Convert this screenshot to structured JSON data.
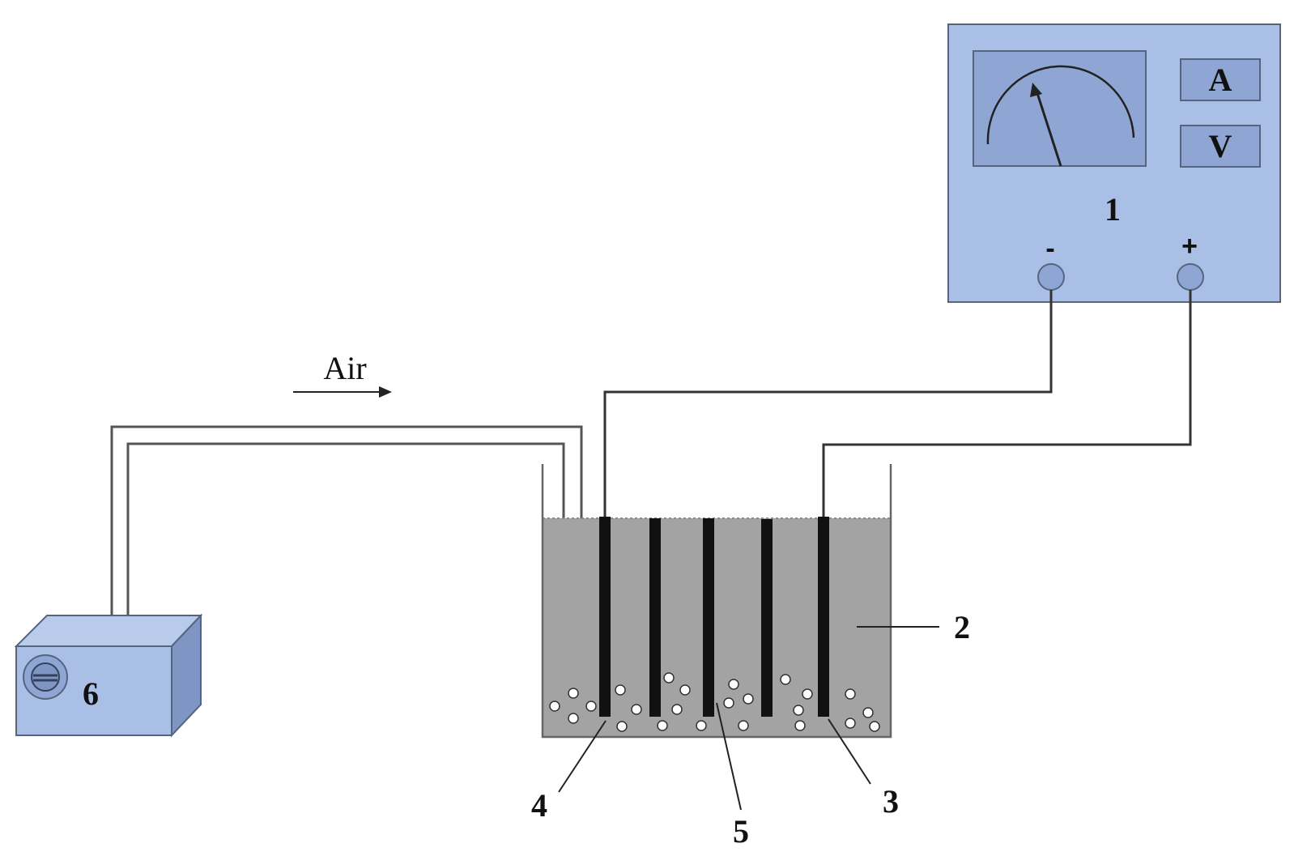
{
  "labels": {
    "power_supply": "1",
    "electrolyte": "2",
    "anode": "3",
    "cathode": "4",
    "bipolar_electrode": "5",
    "air_pump": "6"
  },
  "meter": {
    "ammeter_key": "A",
    "voltmeter_key": "V",
    "negative_sign": "-",
    "positive_sign": "+"
  },
  "air_flow": {
    "label": "Air"
  },
  "colors": {
    "device_fill": "#a9bfe6",
    "device_stroke": "#55657f",
    "electrolyte_fill": "#a3a3a3",
    "electrode_fill": "#111111",
    "bubble_fill": "#ffffff"
  }
}
